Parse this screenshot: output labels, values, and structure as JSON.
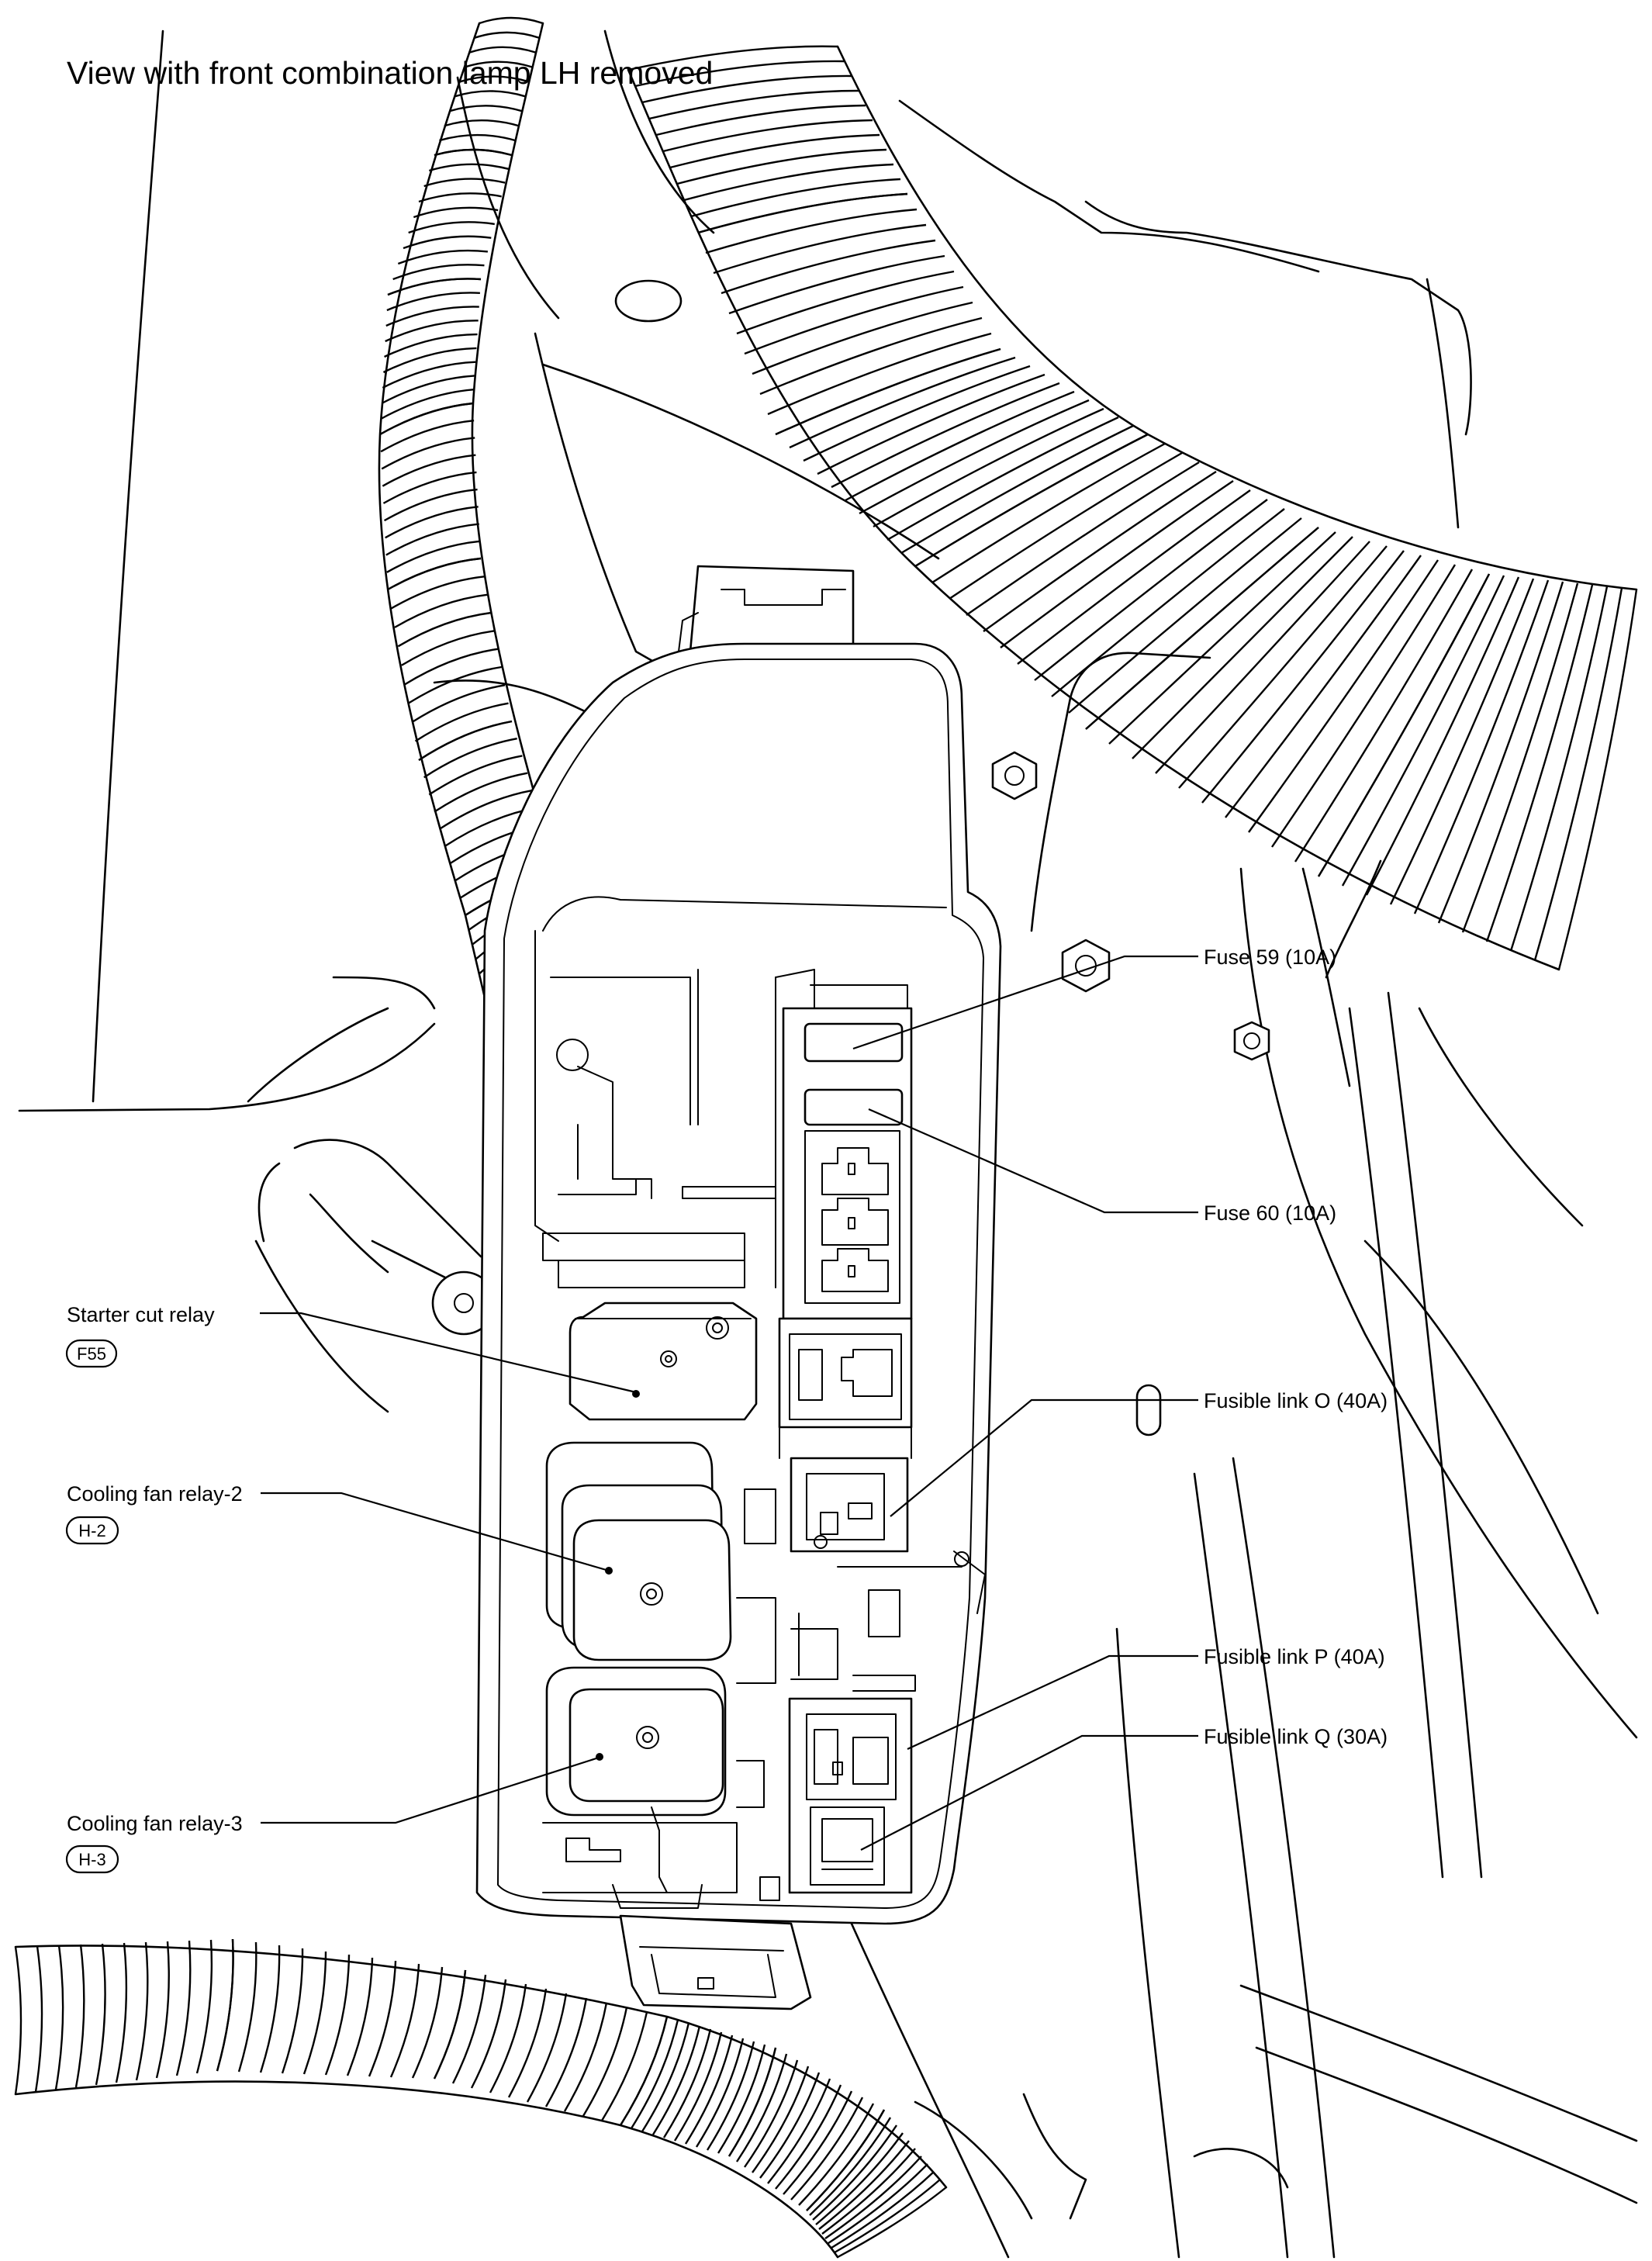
{
  "title": "View with front combination lamp LH removed",
  "labels": {
    "fuse59": "Fuse 59 (10A)",
    "fuse60": "Fuse 60 (10A)",
    "fusible_o": "Fusible link O (40A)",
    "fusible_p": "Fusible link P (40A)",
    "fusible_q": "Fusible link Q (30A)",
    "starter": "Starter cut relay",
    "fan2": "Cooling fan relay-2",
    "fan3": "Cooling fan relay-3"
  },
  "connectors": {
    "starter": "F55",
    "fan2": "H-2",
    "fan3": "H-3"
  }
}
